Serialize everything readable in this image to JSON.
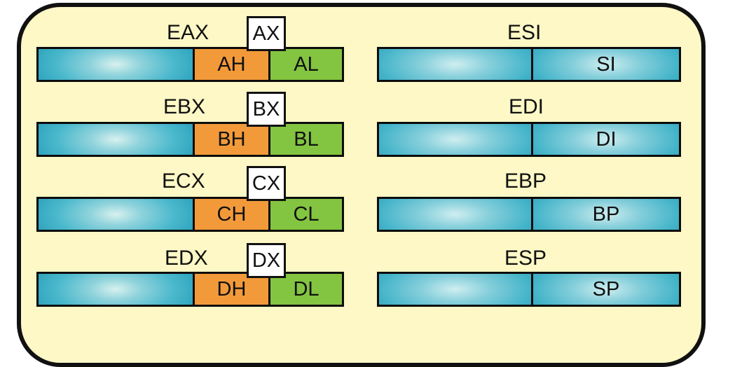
{
  "general_registers": [
    {
      "name": "EAX",
      "x16": "AX",
      "high": "AH",
      "low": "AL"
    },
    {
      "name": "EBX",
      "x16": "BX",
      "high": "BH",
      "low": "BL"
    },
    {
      "name": "ECX",
      "x16": "CX",
      "high": "CH",
      "low": "CL"
    },
    {
      "name": "EDX",
      "x16": "DX",
      "high": "DH",
      "low": "DL"
    }
  ],
  "index_registers": [
    {
      "name": "ESI",
      "x16": "SI"
    },
    {
      "name": "EDI",
      "x16": "DI"
    },
    {
      "name": "EBP",
      "x16": "BP"
    },
    {
      "name": "ESP",
      "x16": "SP"
    }
  ],
  "colors": {
    "panel_bg": "#fdf8c6",
    "extended_part": "#4ab8cc",
    "high_byte": "#f29a3a",
    "low_byte": "#83c441"
  }
}
